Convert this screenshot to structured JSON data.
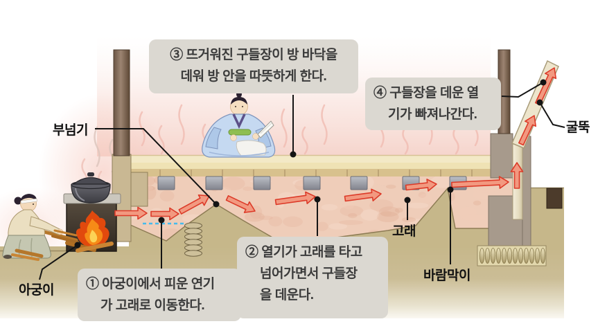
{
  "diagram_subject": "ondol-underfloor-heating-cross-section",
  "colors": {
    "background": "#FFFFFF",
    "room_pink": "#F6D6CE",
    "underfloor_pink": "#EFCDB9",
    "ground_khaki": "#C6B78A",
    "wall_gray": "#A79A8C",
    "pillar_brown": "#8C7360",
    "chimney_cream": "#EDE5CC",
    "floor_cream": "#F3E9C6",
    "floor_tan": "#D8C18D",
    "stone_gray": "#9B9EA8",
    "arrow_red": "#DC3A28",
    "arrow_fill": "#F29980",
    "fire_orange": "#F07818",
    "callout_bg": "#DBD8D1",
    "callout_text": "#3B3B3B",
    "label_text": "#101010",
    "leader_line": "#141414",
    "dashed_blue": "#45BBEC"
  },
  "callouts": [
    {
      "id": "step-1",
      "lines": [
        "① 아궁이에서 피운 연기",
        "가 고래로 이동한다."
      ]
    },
    {
      "id": "step-2",
      "lines": [
        "② 열기가 고래를 타고",
        "넘어가면서 구들장",
        "을 데운다."
      ]
    },
    {
      "id": "step-3",
      "lines": [
        "③ 뜨거워진 구들장이 방 바닥을",
        "데워 방 안을 따뜻하게 한다."
      ]
    },
    {
      "id": "step-4",
      "lines": [
        "④ 구들장을 데운 열",
        "기가 빠져나간다."
      ]
    }
  ],
  "labels": {
    "buneomgi": "부넘기",
    "agungi": "아궁이",
    "gorae": "고래",
    "barammagi": "바람막이",
    "gulttuk": "굴뚝"
  }
}
